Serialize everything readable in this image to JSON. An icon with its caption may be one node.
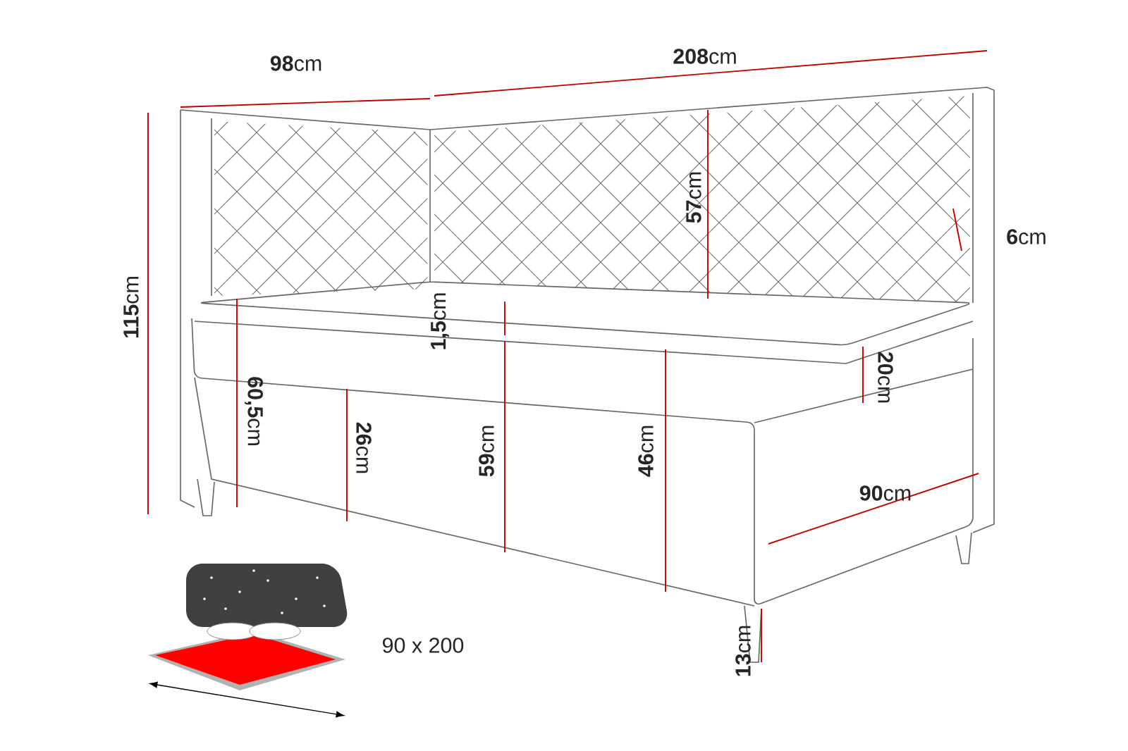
{
  "diagram": {
    "labels": [
      "**98**cm",
      "**208**cm",
      "**57**cm",
      "**6**cm",
      "**115**cm",
      "**1,5**cm",
      "**20**cm",
      "**60,5**cm",
      "**26**cm",
      "**59**cm",
      "**46**cm",
      "**90**cm",
      "90 x 200",
      "**13**cm"
    ]
  }
}
